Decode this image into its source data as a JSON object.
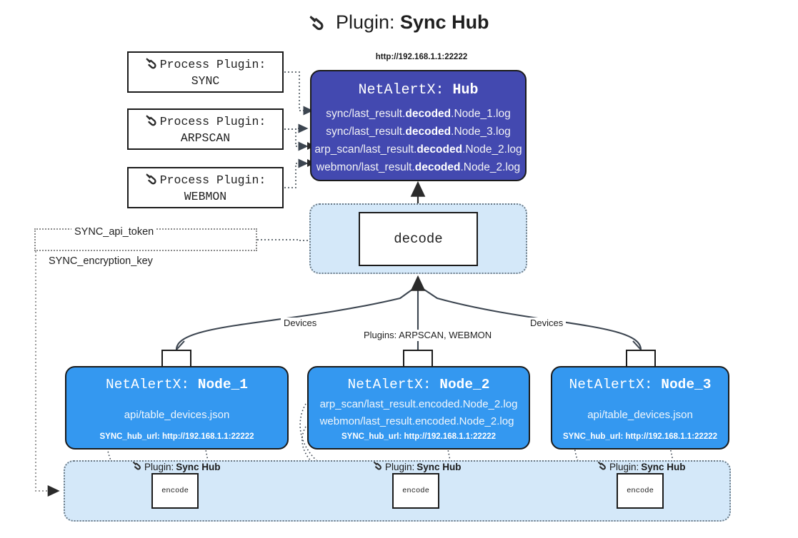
{
  "title": {
    "icon": "plug-icon",
    "prefix": "Plugin:",
    "name": "Sync Hub"
  },
  "process_plugins": [
    {
      "icon": "plug-icon",
      "line1": "Process Plugin:",
      "line2": "SYNC"
    },
    {
      "icon": "plug-icon",
      "line1": "Process Plugin:",
      "line2": "ARPSCAN"
    },
    {
      "icon": "plug-icon",
      "line1": "Process Plugin:",
      "line2": "WEBMON"
    }
  ],
  "hub": {
    "url": "http://192.168.1.1:22222",
    "title_prefix": "NetAlertX:",
    "title_name": "Hub",
    "logs": [
      {
        "pre": "sync/last_result.",
        "em": "decoded",
        "post": ".Node_1.log"
      },
      {
        "pre": "sync/last_result.",
        "em": "decoded",
        "post": ".Node_3.log"
      },
      {
        "pre": "arp_scan/last_result.",
        "em": "decoded",
        "post": ".Node_2.log"
      },
      {
        "pre": "webmon/last_result.",
        "em": "decoded",
        "post": ".Node_2.log"
      }
    ]
  },
  "decode": {
    "label": "decode"
  },
  "tokens": {
    "api_token": "SYNC_api_token",
    "encryption_key": "SYNC_encryption_key"
  },
  "edge_labels": {
    "devices_left": "Devices",
    "devices_right": "Devices",
    "plugins_center": "Plugins: ARPSCAN, WEBMON"
  },
  "nodes": [
    {
      "icon": "envelope-icon",
      "title_prefix": "NetAlertX:",
      "title_name": "Node_1",
      "lines": [
        "api/table_devices.json"
      ],
      "hub_url": "SYNC_hub_url: http://192.168.1.1:22222"
    },
    {
      "icon": "envelope-icon",
      "title_prefix": "NetAlertX:",
      "title_name": "Node_2",
      "lines": [
        "arp_scan/last_result.encoded.Node_2.log",
        "webmon/last_result.encoded.Node_2.log"
      ],
      "hub_url": "SYNC_hub_url: http://192.168.1.1:22222"
    },
    {
      "icon": "envelope-icon",
      "title_prefix": "NetAlertX:",
      "title_name": "Node_3",
      "lines": [
        "api/table_devices.json"
      ],
      "hub_url": "SYNC_hub_url: http://192.168.1.1:22222"
    }
  ],
  "bottom_plugins": [
    {
      "icon": "plug-icon",
      "prefix": "Plugin:",
      "name": "Sync Hub",
      "encode_label": "encode"
    },
    {
      "icon": "plug-icon",
      "prefix": "Plugin:",
      "name": "Sync Hub",
      "encode_label": "encode"
    },
    {
      "icon": "plug-icon",
      "prefix": "Plugin:",
      "name": "Sync Hub",
      "encode_label": "encode"
    }
  ],
  "colors": {
    "hub_fill": "#4349b0",
    "node_fill": "#3498f0",
    "container_fill": "#d4e8f9",
    "stroke": "#1b1b1b",
    "dotted_stroke": "#6b7a86",
    "background": "#ffffff"
  }
}
